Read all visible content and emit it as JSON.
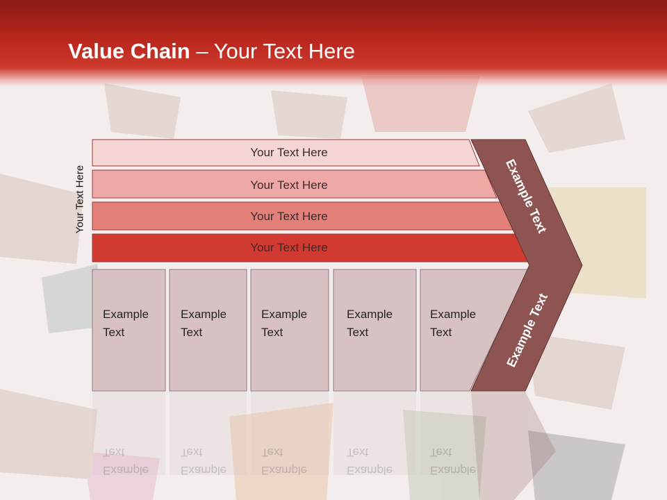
{
  "title": {
    "bold": "Value Chain",
    "rest": " – Your Text Here"
  },
  "side_label": "Your Text Here",
  "bars": [
    {
      "label": "Your Text Here",
      "color": "#f5d6d5"
    },
    {
      "label": "Your Text Here",
      "color": "#eea9a6"
    },
    {
      "label": "Your Text Here",
      "color": "#e38079"
    },
    {
      "label": "Your Text Here",
      "color": "#d03a30"
    }
  ],
  "boxes": [
    {
      "line1": "Example",
      "line2": "Text"
    },
    {
      "line1": "Example",
      "line2": "Text"
    },
    {
      "line1": "Example",
      "line2": "Text"
    },
    {
      "line1": "Example",
      "line2": "Text"
    },
    {
      "line1": "Example",
      "line2": "Text"
    }
  ],
  "arrow": {
    "upper_label": "Example Text",
    "lower_label": "Example Text",
    "color": "#8e5452"
  },
  "colors": {
    "header": "#b8261c",
    "box_fill": "#d8c1c3"
  }
}
